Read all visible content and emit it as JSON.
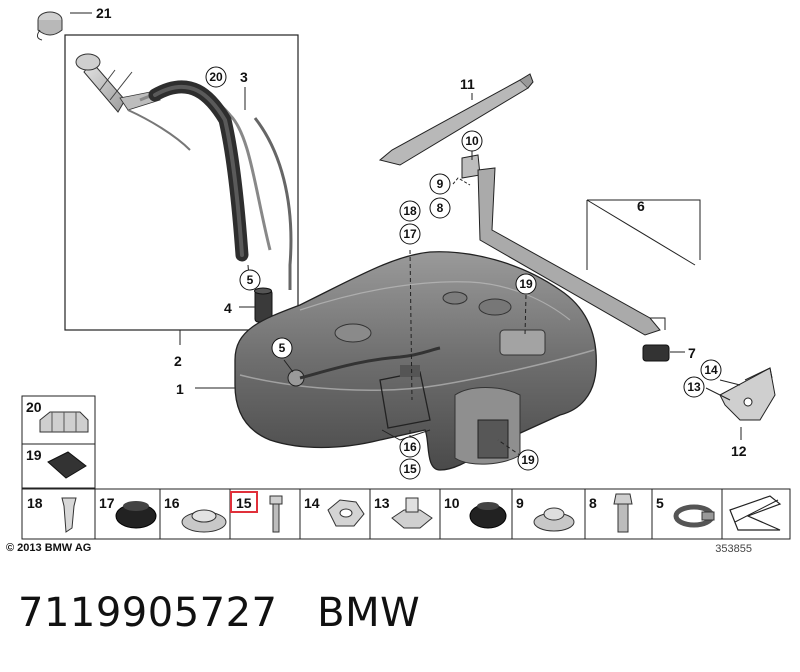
{
  "callouts": {
    "c1": "1",
    "c2": "2",
    "c3": "3",
    "c4": "4",
    "c5a": "5",
    "c5b": "5",
    "c6": "6",
    "c7": "7",
    "c8": "8",
    "c9": "9",
    "c10": "10",
    "c11": "11",
    "c12": "12",
    "c13": "13",
    "c14": "14",
    "c15": "15",
    "c16": "16",
    "c17": "17",
    "c18": "18",
    "c19a": "19",
    "c19b": "19",
    "c20": "20",
    "c21": "21"
  },
  "side_boxes": {
    "box20": "20",
    "box19": "19"
  },
  "parts_strip": [
    "18",
    "17",
    "16",
    "15",
    "14",
    "13",
    "10",
    "9",
    "8",
    "5"
  ],
  "highlighted_part": "15",
  "highlight_color": "#e0303a",
  "footer": {
    "copyright": "© 2013 BMW AG",
    "illustration_number": "353855"
  },
  "caption": {
    "part_number": "7119905727",
    "brand": "BMW"
  }
}
